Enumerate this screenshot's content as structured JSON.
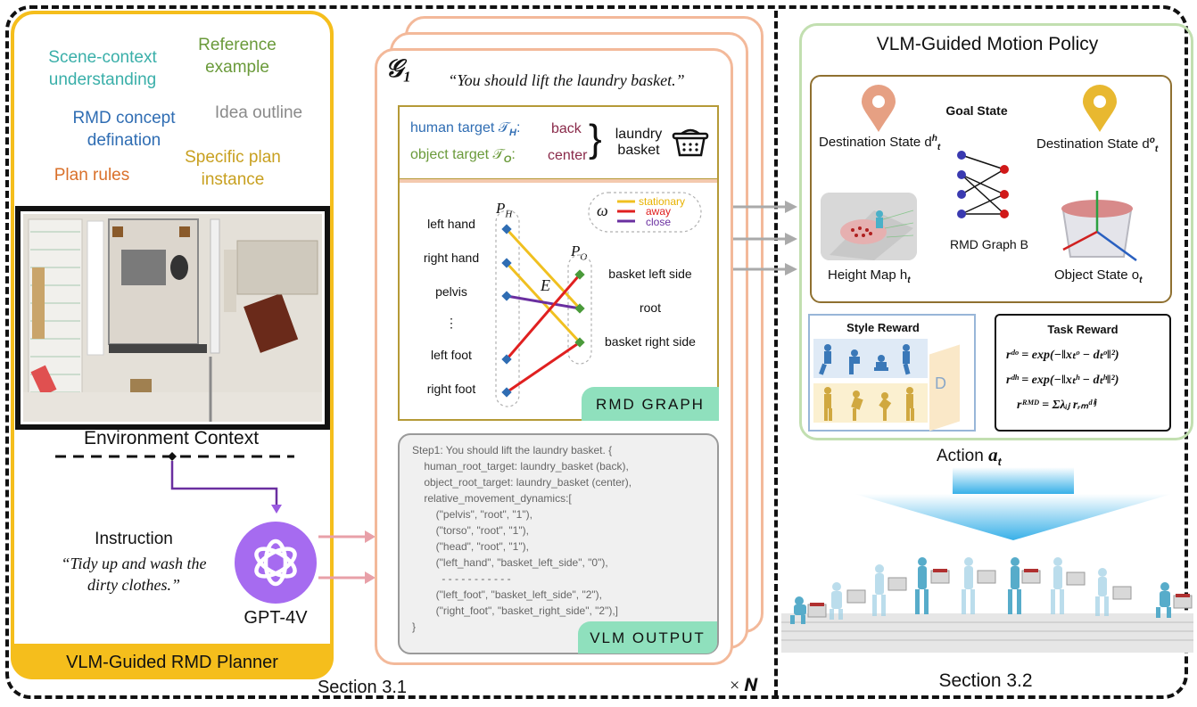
{
  "planner": {
    "tags": {
      "scene": "Scene-context understanding",
      "reference": "Reference example",
      "rmd_concept": "RMD concept defination",
      "idea": "Idea outline",
      "plan_rules": "Plan rules",
      "specific": "Specific plan instance"
    },
    "env_caption": "Environment Context",
    "instruction_title": "Instruction",
    "instruction_text": "“Tidy up and wash the dirty clothes.”",
    "gpt_label": "GPT-4V",
    "footer": "VLM-Guided RMD Planner",
    "section": "Section 3.1"
  },
  "middle": {
    "graph_symbol": "𝒢₁",
    "quote": "“You should lift the laundry basket.”",
    "human_target_label": "human target 𝒯",
    "human_target_sub": "H",
    "object_target_label": "object target 𝒯",
    "object_target_sub": "O",
    "back": "back",
    "center": "center",
    "laundry_basket": "laundry basket",
    "human_joints": [
      "left hand",
      "right hand",
      "pelvis",
      "⋮",
      "left foot",
      "right foot"
    ],
    "object_parts": [
      "basket left side",
      "root",
      "basket right side"
    ],
    "ph": "P",
    "ph_sub": "H",
    "po": "P",
    "po_sub": "O",
    "edge_label": "E",
    "omega": "ω",
    "legend": [
      "stationary",
      "away",
      "close"
    ],
    "rmd_tag": "RMD GRAPH",
    "code_lines": [
      "Step1: You should lift the laundry basket. {",
      "    human_root_target: laundry_basket (back),",
      "    object_root_target: laundry_basket (center),",
      "    relative_movement_dynamics:[",
      "        (\"pelvis\", \"root\", \"1\"),",
      "        (\"torso\", \"root\", \"1\"),",
      "        (\"head\", \"root\", \"1\"),",
      "        (\"left_hand\", \"basket_left_side\", \"0\"),",
      "          - - - - - - - - - - -",
      "        (\"left_foot\", \"basket_left_side\", \"2\"),",
      "        (\"right_foot\", \"basket_right_side\", \"2\"),]",
      "}"
    ],
    "vlm_tag": "VLM OUTPUT",
    "times_n": "× 𝑵"
  },
  "policy": {
    "title": "VLM-Guided Motion Policy",
    "goal_state": "Goal State",
    "dest_h": "Destination State d",
    "dest_h_sup": "h",
    "dest_h_sub": "t",
    "dest_o": "Destination State d",
    "dest_o_sup": "o",
    "dest_o_sub": "t",
    "height_map": "Height Map h",
    "height_map_sub": "t",
    "rmd_graph": "RMD Graph B",
    "object_state": "Object State o",
    "object_state_sub": "t",
    "style_reward": "Style Reward",
    "disc": "D",
    "task_reward": "Task Reward",
    "eq1": "rᵈᵒ = exp(−‖xₜᵒ − dₜᵒ‖²)",
    "eq2": "rᵈʰ = exp(−‖xₜʰ − dₜʰ‖²)",
    "eq3": "rᴿᴹᴰ = Σλᵢⱼ rᵣₘᵈⁱʲ",
    "action": "Action ",
    "action_sym": "a",
    "action_sub": "t",
    "section": "Section 3.2"
  },
  "colors": {
    "planner_yellow": "#f5be1c",
    "card_peach": "#f3b99a",
    "tag_green": "#8fe0bd",
    "scene_teal": "#3aafa9",
    "ref_green": "#6a9a3a",
    "rmd_blue": "#2f6db3",
    "idea_gray": "#8a8a8a",
    "plan_orange": "#d9702a",
    "spec_gold": "#c8a020",
    "edge_yellow": "#f0c020",
    "edge_red": "#e02020",
    "edge_purple": "#6a2fa0",
    "back_center_maroon": "#8a2a4a"
  }
}
